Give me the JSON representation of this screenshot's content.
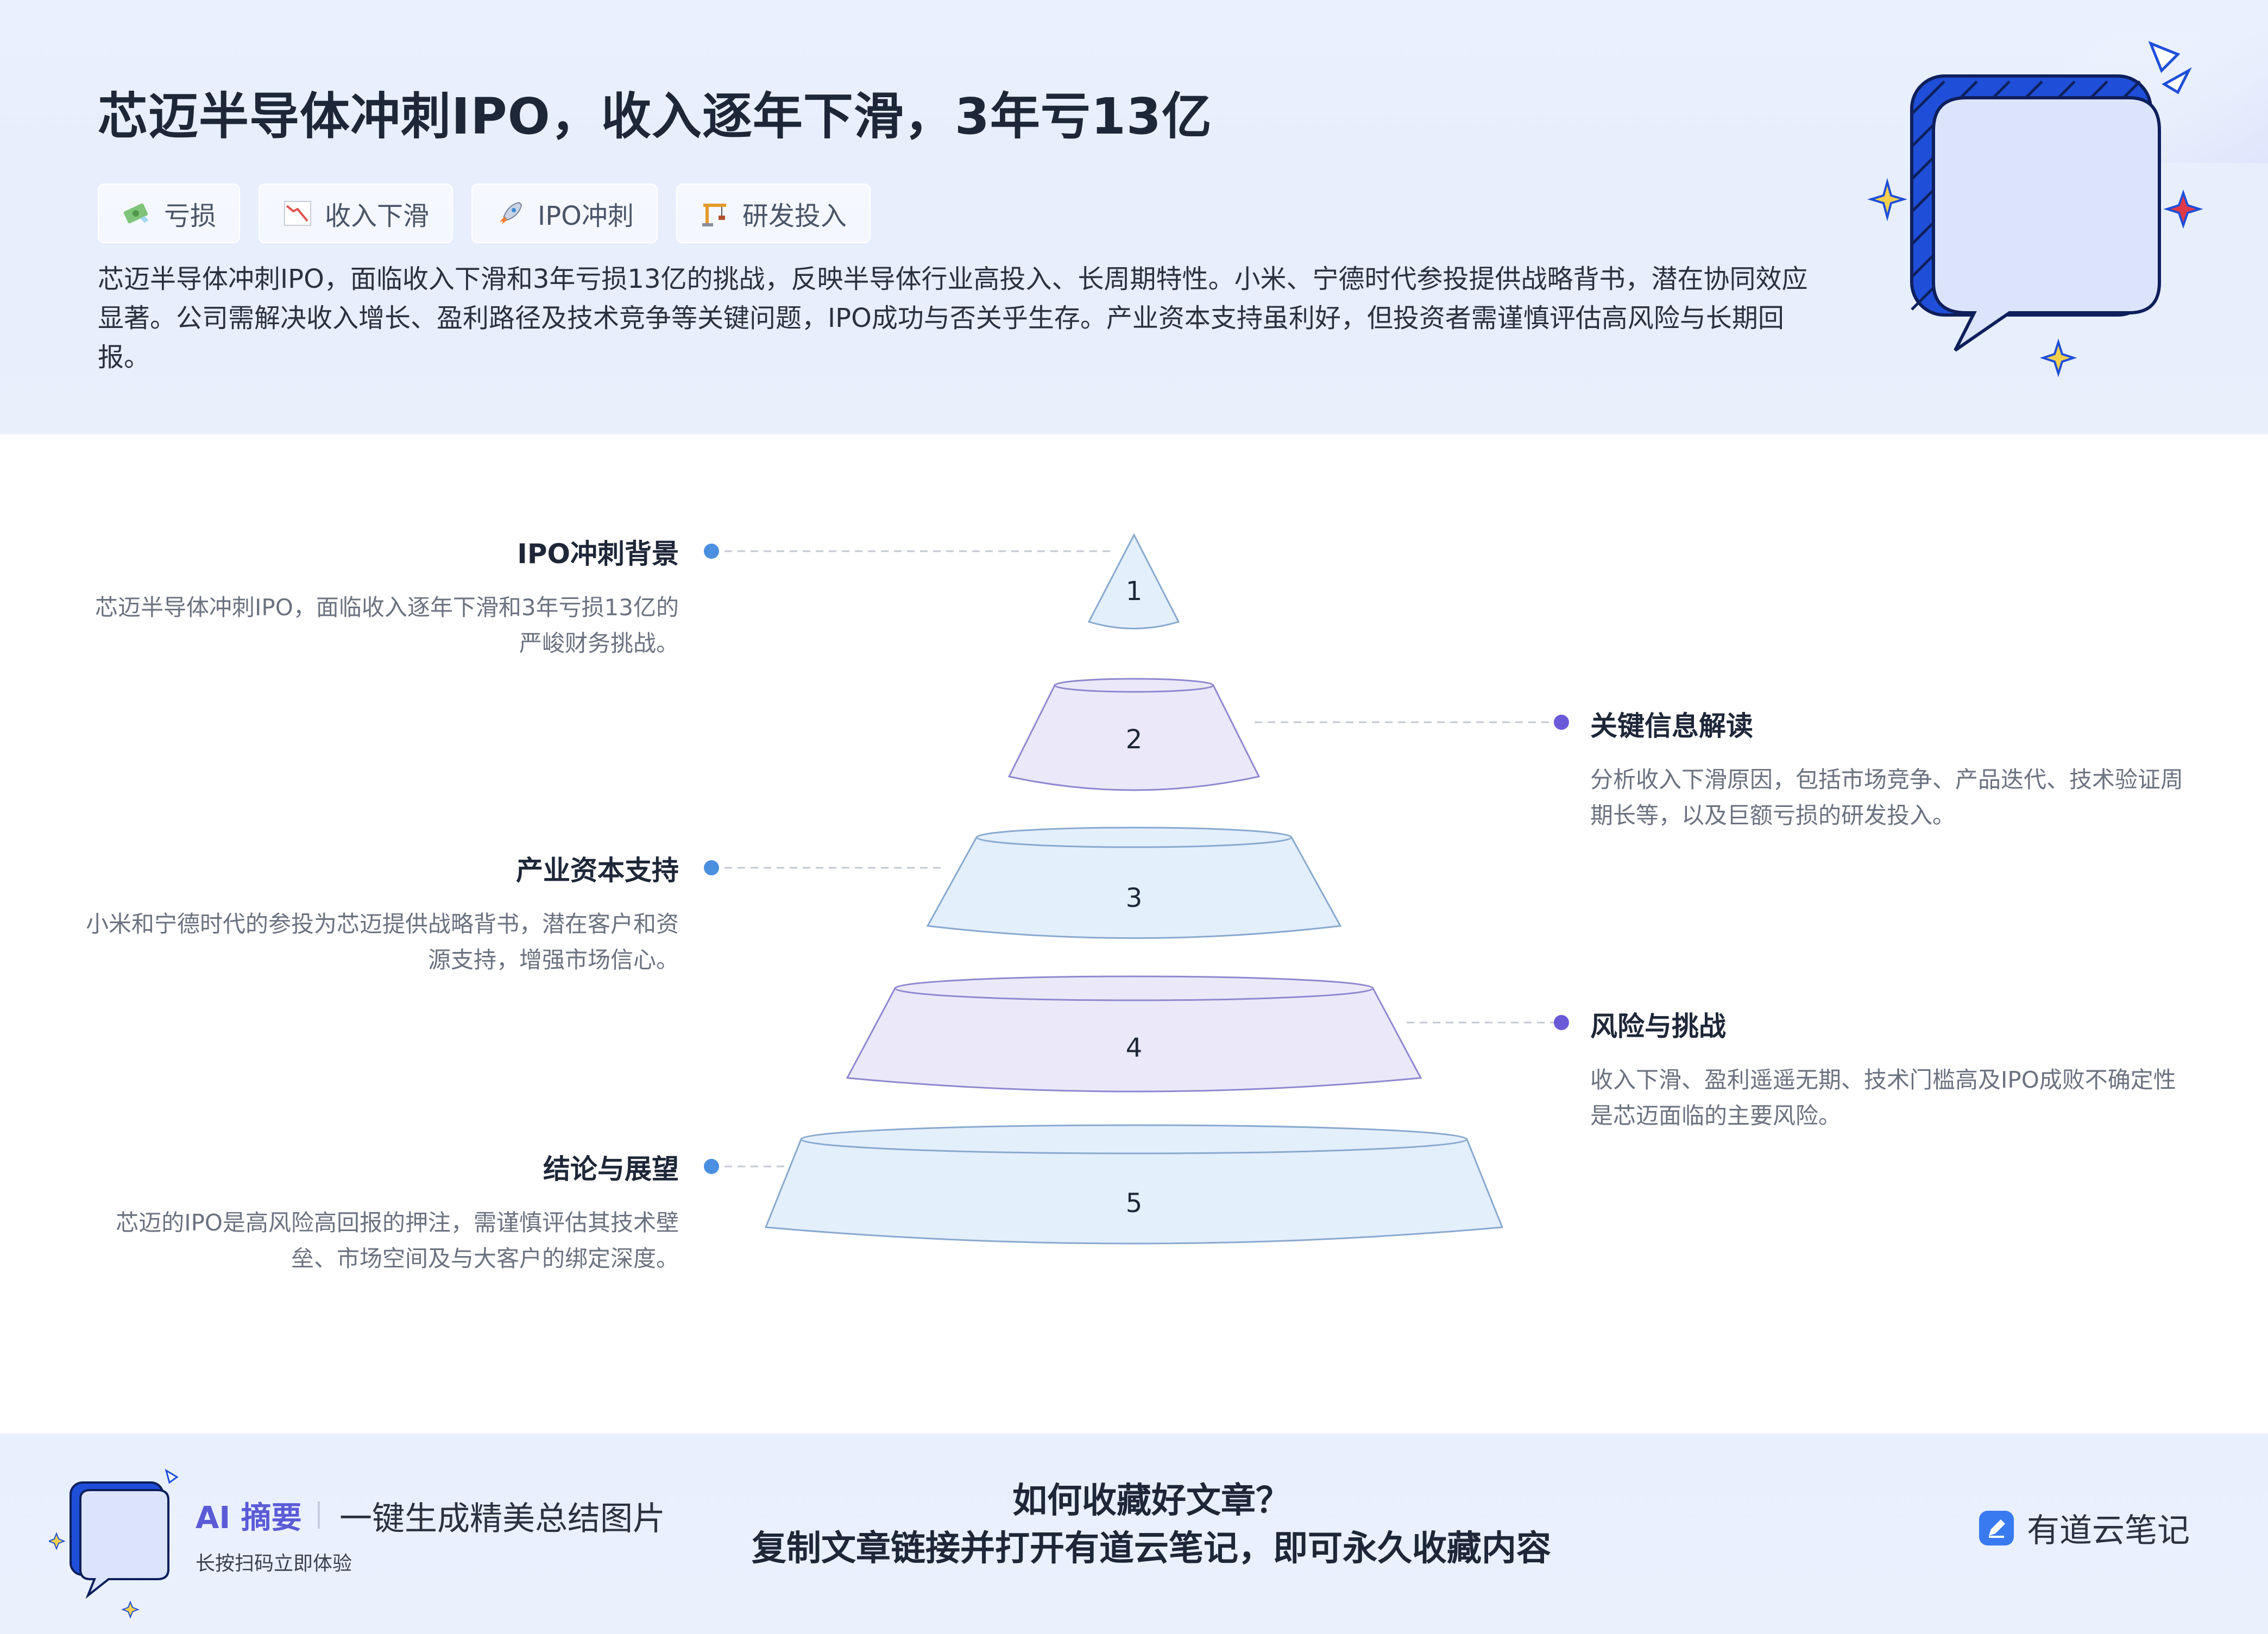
{
  "header": {
    "title": "芯迈半导体冲刺IPO，收入逐年下滑，3年亏13亿",
    "tags": [
      {
        "icon": "money-icon",
        "label": "亏损"
      },
      {
        "icon": "chart-down-icon",
        "label": "收入下滑"
      },
      {
        "icon": "rocket-icon",
        "label": "IPO冲刺"
      },
      {
        "icon": "crane-icon",
        "label": "研发投入"
      }
    ],
    "summary": "芯迈半导体冲刺IPO，面临收入下滑和3年亏损13亿的挑战，反映半导体行业高投入、长周期特性。小米、宁德时代参投提供战略背书，潜在协同效应显著。公司需解决收入增长、盈利路径及技术竞争等关键问题，IPO成功与否关乎生存。产业资本支持虽利好，但投资者需谨慎评估高风险与长期回报。"
  },
  "pyramid": {
    "layers": [
      "1",
      "2",
      "3",
      "4",
      "5"
    ],
    "items": [
      {
        "title": "IPO冲刺背景",
        "desc": "芯迈半导体冲刺IPO，面临收入逐年下滑和3年亏损13亿的严峻财务挑战。"
      },
      {
        "title": "关键信息解读",
        "desc": "分析收入下滑原因，包括市场竞争、产品迭代、技术验证周期长等，以及巨额亏损的研发投入。"
      },
      {
        "title": "产业资本支持",
        "desc": "小米和宁德时代的参投为芯迈提供战略背书，潜在客户和资源支持，增强市场信心。"
      },
      {
        "title": "风险与挑战",
        "desc": "收入下滑、盈利遥遥无期、技术门槛高及IPO成败不确定性是芯迈面临的主要风险。"
      },
      {
        "title": "结论与展望",
        "desc": "芯迈的IPO是高风险高回报的押注，需谨慎评估其技术壁垒、市场空间及与大客户的绑定深度。"
      }
    ]
  },
  "footer": {
    "ai_label": "AI 摘要",
    "slogan": "一键生成精美总结图片",
    "hint": "长按扫码立即体验",
    "question": "如何收藏好文章？",
    "answer": "复制文章链接并打开有道云笔记，即可永久收藏内容",
    "brand": "有道云笔记"
  },
  "colors": {
    "accent_blue": "#1f4fd8",
    "layer_blue": "#e4effc",
    "layer_purple": "#ebe9f9",
    "dot_blue": "#4a8fe0",
    "dot_purple": "#6a5ad8"
  }
}
